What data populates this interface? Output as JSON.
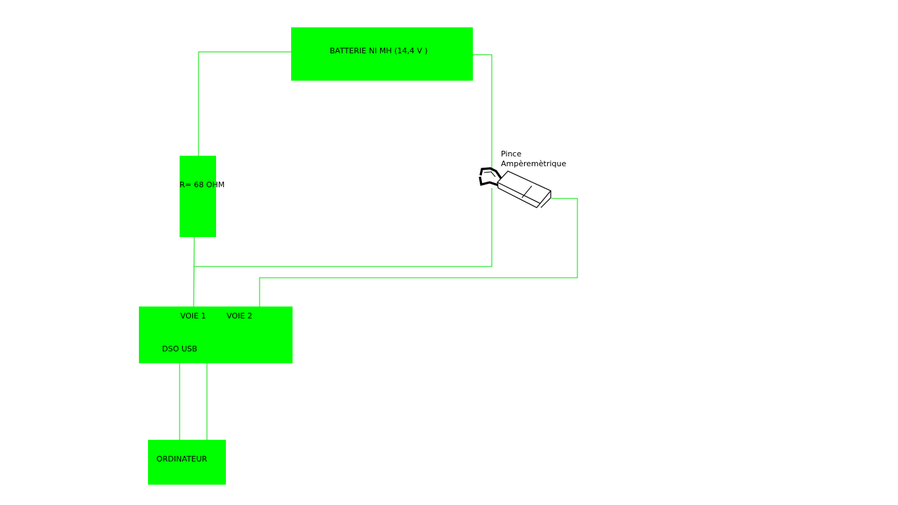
{
  "diagram": {
    "colors": {
      "box_fill": "#00ff00",
      "wire": "#00e000",
      "clamp_outline": "#000000",
      "text": "#000000",
      "background": "#ffffff"
    },
    "nodes": {
      "battery": {
        "label": "BATTERIE NI MH (14,4 V )"
      },
      "resistor": {
        "label": "R= 68 OHM"
      },
      "clamp": {
        "label_line1": "Pince",
        "label_line2": "Ampèremètrique",
        "icon": "current-clamp-icon"
      },
      "dso": {
        "channel1_label": "VOIE 1",
        "channel2_label": "VOIE 2",
        "label": "DSO USB"
      },
      "computer": {
        "label": "ORDINATEUR"
      }
    },
    "connections": [
      {
        "from": "battery",
        "to": "resistor"
      },
      {
        "from": "battery",
        "to": "clamp"
      },
      {
        "from": "resistor",
        "to": "dso.channel1"
      },
      {
        "from": "clamp",
        "to": "dso.channel1"
      },
      {
        "from": "clamp",
        "to": "dso.channel2"
      },
      {
        "from": "dso",
        "to": "computer"
      },
      {
        "from": "dso",
        "to": "computer"
      }
    ]
  }
}
